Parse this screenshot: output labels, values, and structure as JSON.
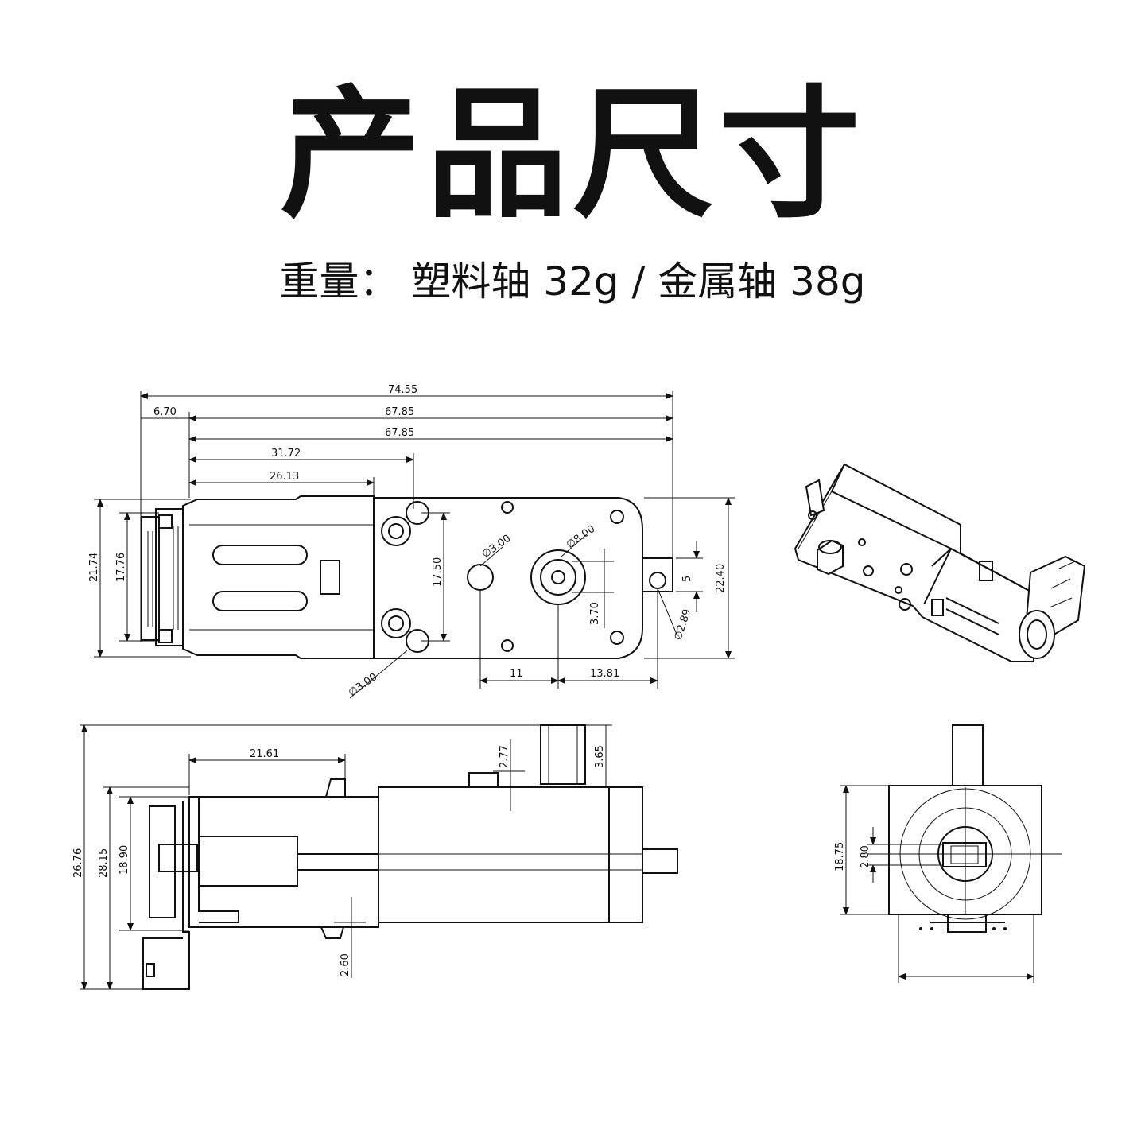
{
  "title": "产品尺寸",
  "subtitle": "重量：  塑料轴 32g / 金属轴 38g",
  "dims": {
    "total_length": "74.55",
    "motor_offset": "6.70",
    "length_a": "67.85",
    "length_b": "67.85",
    "hole_pos_1": "31.72",
    "hole_pos_2": "26.13",
    "height_outer": "21.74",
    "height_inner": "17.76",
    "hole_span": "17.50",
    "hole_dia_small": "∅3.00",
    "shaft_dia": "∅8.00",
    "shaft_offset": "3.70",
    "tab_height": "5",
    "tab_hole": "∅2.89",
    "body_height": "22.40",
    "mount_hole": "∅3.00",
    "shaft_to_hole": "11",
    "shaft_to_tab": "13.81",
    "side_length": "21.61",
    "side_bump": "2.77",
    "side_shaft": "3.65",
    "side_total": "26.76",
    "side_h1": "28.15",
    "side_h2": "18.90",
    "side_foot": "2.60",
    "end_height": "18.75",
    "end_flat": "2.80"
  }
}
